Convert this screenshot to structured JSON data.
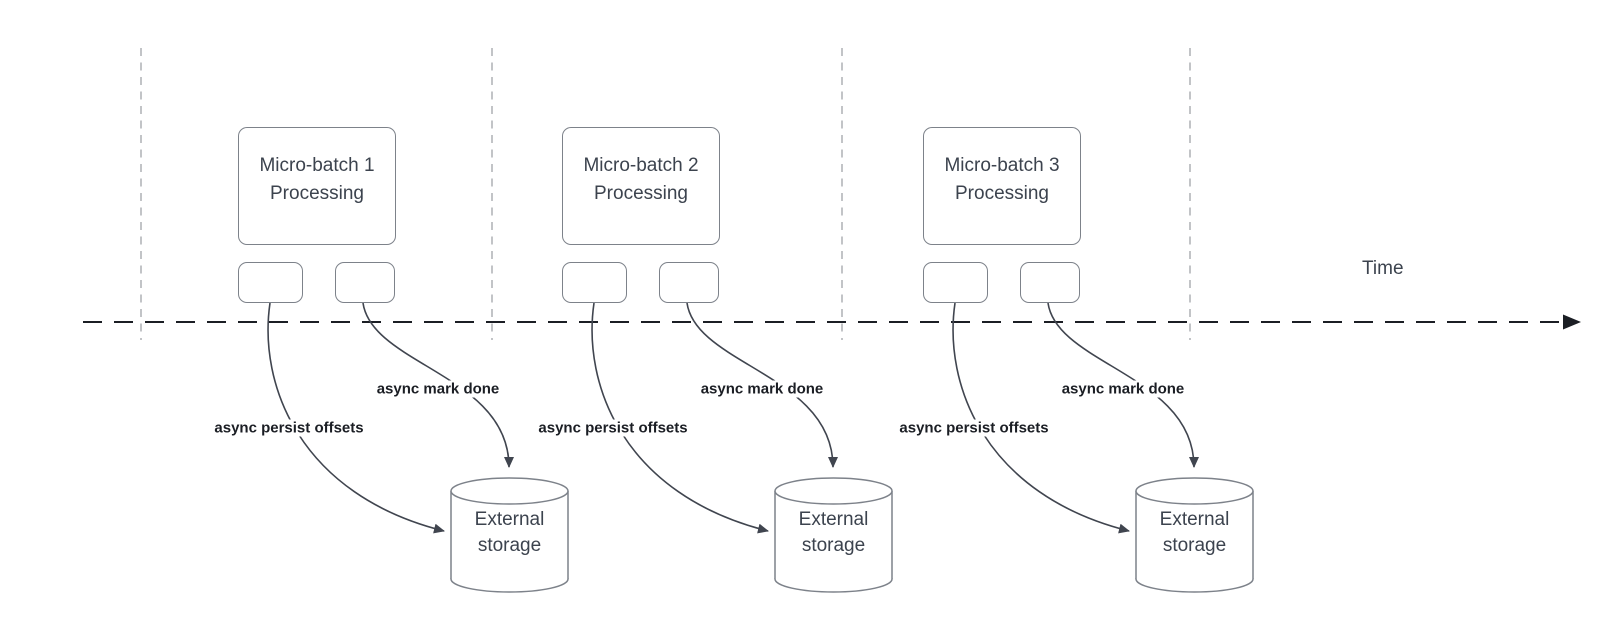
{
  "diagram": {
    "time_axis": {
      "label": "Time"
    },
    "batches": [
      {
        "title_line1": "Micro-batch 1",
        "title_line2": "Processing",
        "persist_label": "async persist offsets",
        "mark_done_label": "async mark done",
        "storage_title_line1": "External",
        "storage_title_line2": "storage"
      },
      {
        "title_line1": "Micro-batch 2",
        "title_line2": "Processing",
        "persist_label": "async persist offsets",
        "mark_done_label": "async mark done",
        "storage_title_line1": "External",
        "storage_title_line2": "storage"
      },
      {
        "title_line1": "Micro-batch 3",
        "title_line2": "Processing",
        "persist_label": "async persist offsets",
        "mark_done_label": "async mark done",
        "storage_title_line1": "External",
        "storage_title_line2": "storage"
      }
    ]
  },
  "colors": {
    "ink": "#1b1e24",
    "connector": "#40454f",
    "shape_border": "#7d828a",
    "divider": "#b3b5b9",
    "shape_text": "#3c434e",
    "bg": "#ffffff"
  }
}
